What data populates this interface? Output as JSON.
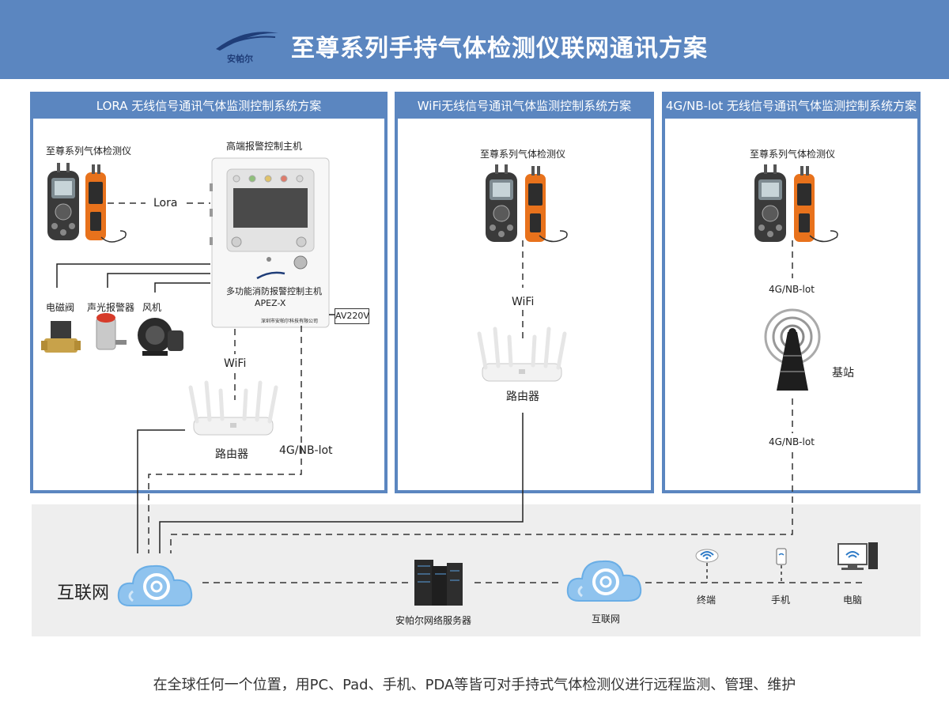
{
  "header": {
    "title": "至尊系列手持气体检测仪联网通讯方案",
    "logo_text": "安帕尔"
  },
  "panels": {
    "lora": {
      "title": "LORA 无线信号通讯气体监测控制系统方案",
      "detector_label": "至尊系列气体检测仪",
      "host_label": "高端报警控制主机",
      "lora_label": "Lora",
      "host_name": "多功能消防报警控制主机",
      "host_model": "APEZ-X",
      "host_company": "深圳市安帕尔科技有限公司",
      "power_label": "AV220V",
      "valve_label": "电磁阀",
      "alarm_label": "声光报警器",
      "fan_label": "风机",
      "wifi_label": "WiFi",
      "router_label": "路由器",
      "nb_label": "4G/NB-lot"
    },
    "wifi": {
      "title": "WiFi无线信号通讯气体监测控制系统方案",
      "detector_label": "至尊系列气体检测仪",
      "wifi_label": "WiFi",
      "router_label": "路由器"
    },
    "nb": {
      "title": "4G/NB-lot 无线信号通讯气体监测控制系统方案",
      "detector_label": "至尊系列气体检测仪",
      "nb_label_top": "4G/NB-lot",
      "station_label": "基站",
      "nb_label_bottom": "4G/NB-lot"
    }
  },
  "internet": {
    "big_label": "互联网",
    "server_label": "安帕尔网络服务器",
    "cloud_label": "互联网",
    "terminal_label": "终端",
    "phone_label": "手机",
    "pc_label": "电脑"
  },
  "footer": "在全球任何一个位置，用PC、Pad、手机、PDA等皆可对手持式气体检测仪进行远程监测、管理、维护",
  "colors": {
    "accent": "#5b86c0",
    "band": "#eeeeee",
    "detector_orange": "#e8721c",
    "cloud": "#8fc3ee"
  }
}
